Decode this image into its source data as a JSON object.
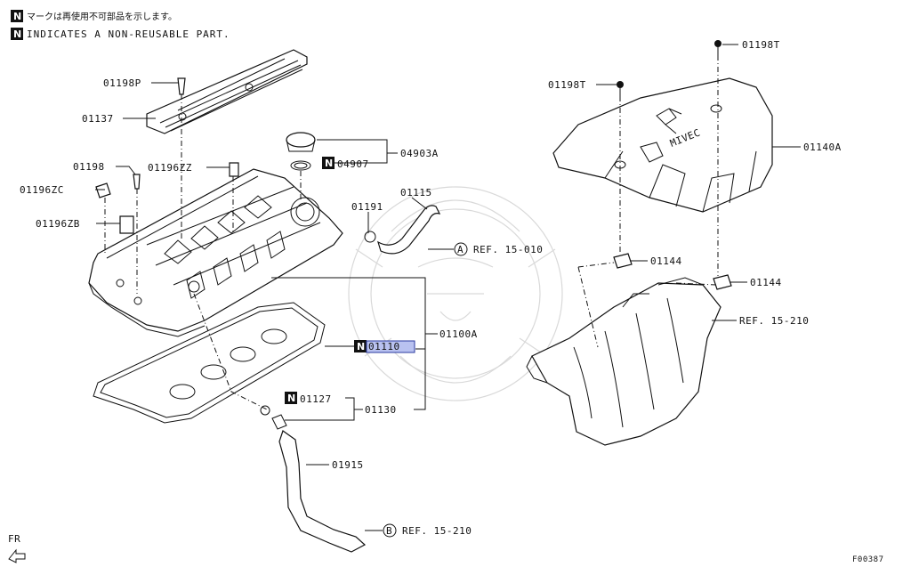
{
  "legend": {
    "marker": "N",
    "japanese_note": "マークは再使用不可部品を示します。",
    "english_note": "INDICATES A NON-REUSABLE PART."
  },
  "labels": {
    "p01198P": "01198P",
    "p01137": "01137",
    "p01198": "01198",
    "p01196ZZ": "01196ZZ",
    "p01196ZC": "01196ZC",
    "p01196ZB": "01196ZB",
    "p04903A": "04903A",
    "p04907": "04907",
    "p01191": "01191",
    "p01115": "01115",
    "ref_a": "REF. 15-010",
    "p01100A": "01100A",
    "p01110": "01110",
    "p01127": "01127",
    "p01130": "01130",
    "p01915": "01915",
    "ref_b": "REF. 15-210",
    "p01198T_left": "01198T",
    "p01198T_right": "01198T",
    "p01140A": "01140A",
    "p01144_left": "01144",
    "p01144_right": "01144",
    "ref_manifold": "REF. 15-210",
    "cover_brand": "MIVEC"
  },
  "circle_markers": {
    "a": "A",
    "b": "B"
  },
  "orientation": "FR",
  "figure_code": "F00387",
  "highlight_color": "#b9c2f0"
}
